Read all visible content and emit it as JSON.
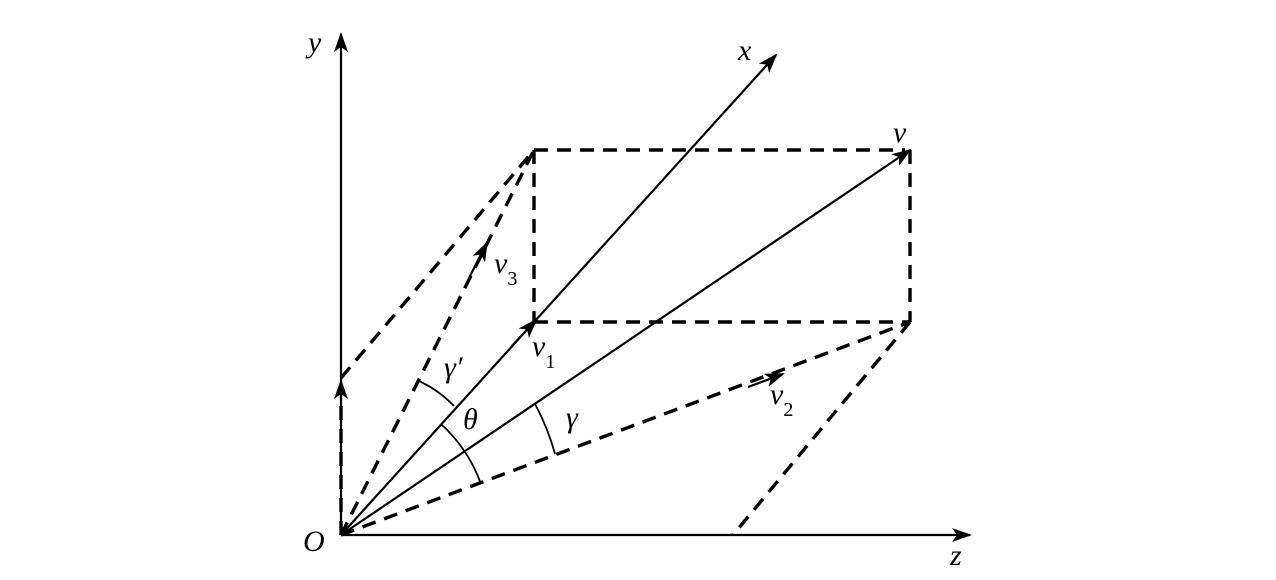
{
  "labels": {
    "origin": "O",
    "axis_x": "x",
    "axis_y": "y",
    "axis_z": "z",
    "vec_v": "v",
    "vec_v1_base": "v",
    "vec_v1_sub": "1",
    "vec_v2_base": "v",
    "vec_v2_sub": "2",
    "vec_v3_base": "v",
    "vec_v3_sub": "3",
    "angle_gamma": "γ",
    "angle_gamma_prime": "γ′",
    "angle_theta": "θ"
  }
}
